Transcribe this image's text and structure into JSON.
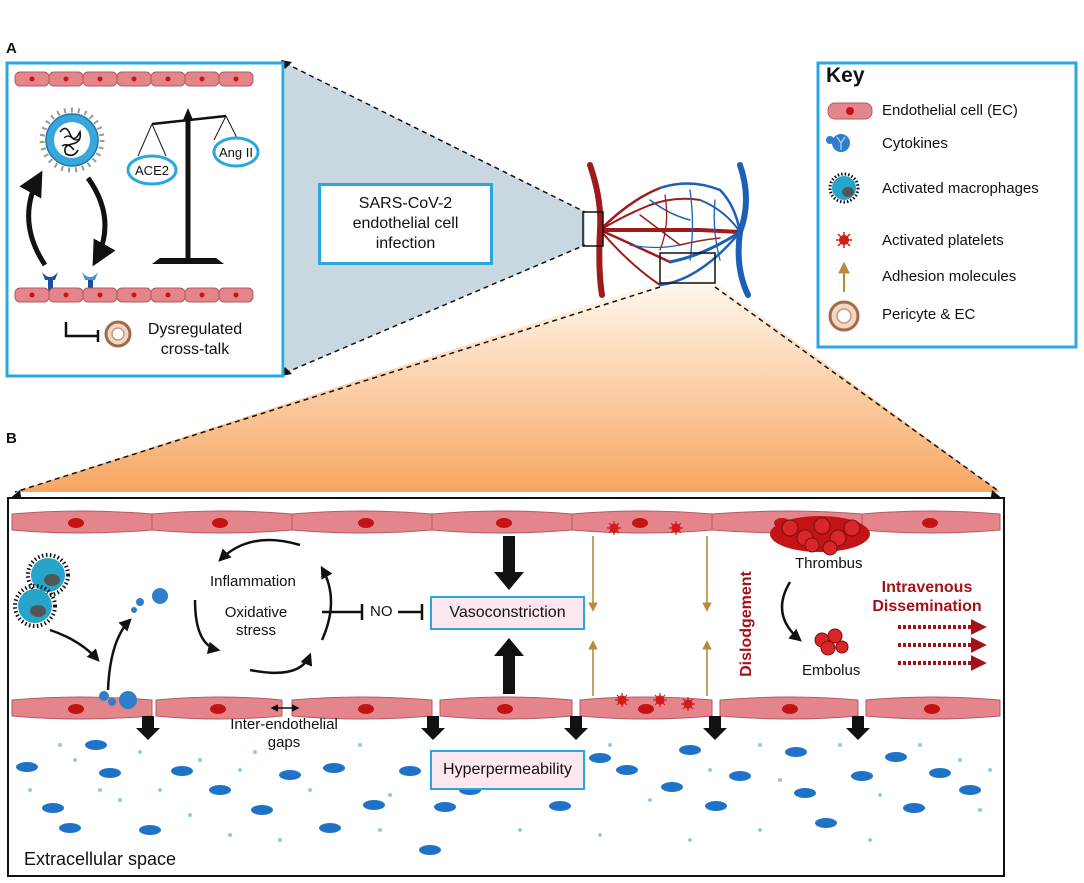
{
  "panel_a": {
    "letter": "A",
    "callout_lines": [
      "SARS-CoV-2",
      "endothelial cell",
      "infection"
    ],
    "balance_left": "ACE2",
    "balance_right": "Ang II",
    "crosstalk_lines": [
      "Dysregulated",
      "cross-talk"
    ]
  },
  "key": {
    "title": "Key",
    "items": [
      {
        "icon": "endothelial-cell-icon",
        "label": "Endothelial cell (EC)"
      },
      {
        "icon": "cytokine-icon",
        "label": "Cytokines"
      },
      {
        "icon": "macrophage-icon",
        "label": "Activated macrophages"
      },
      {
        "icon": "platelet-icon",
        "label": "Activated platelets"
      },
      {
        "icon": "adhesion-arrow-icon",
        "label": "Adhesion molecules"
      },
      {
        "icon": "pericyte-icon",
        "label": "Pericyte & EC"
      }
    ]
  },
  "panel_b": {
    "letter": "B",
    "inflammation": "Inflammation",
    "oxidative_lines": [
      "Oxidative",
      "stress"
    ],
    "no_label": "NO",
    "vasoconstriction": "Vasoconstriction",
    "hyperpermeability": "Hyperpermeability",
    "gaps_lines": [
      "Inter-endothelial",
      "gaps"
    ],
    "thrombus": "Thrombus",
    "embolus": "Embolus",
    "dislodgement": "Dislodgement",
    "dissemination_lines": [
      "Intravenous",
      "Dissemination"
    ],
    "extracellular": "Extracellular space"
  },
  "colors": {
    "accent_blue": "#29a8e0",
    "endothelial": "#e4858b",
    "vessel_red": "#9e1b1b",
    "vessel_blue": "#1d5fb5",
    "dark_red_text": "#a3121b"
  }
}
